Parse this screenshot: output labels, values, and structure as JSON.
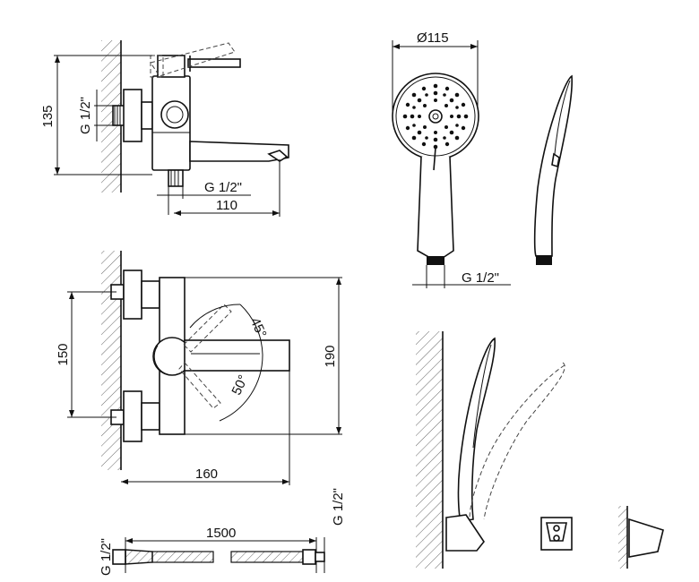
{
  "dimensions": {
    "height_135": "135",
    "thread_left_top": "G 1/2\"",
    "thread_bottom_top": "G 1/2\"",
    "spout_110": "110",
    "distance_150": "150",
    "height_190": "190",
    "width_160": "160",
    "angle_45": "45°",
    "angle_50": "50°",
    "diameter_115": "Ø115",
    "thread_shower": "G 1/2\"",
    "hose_length": "1500",
    "thread_hose_left": "G 1/2\"",
    "thread_hose_right": "G 1/2\""
  }
}
